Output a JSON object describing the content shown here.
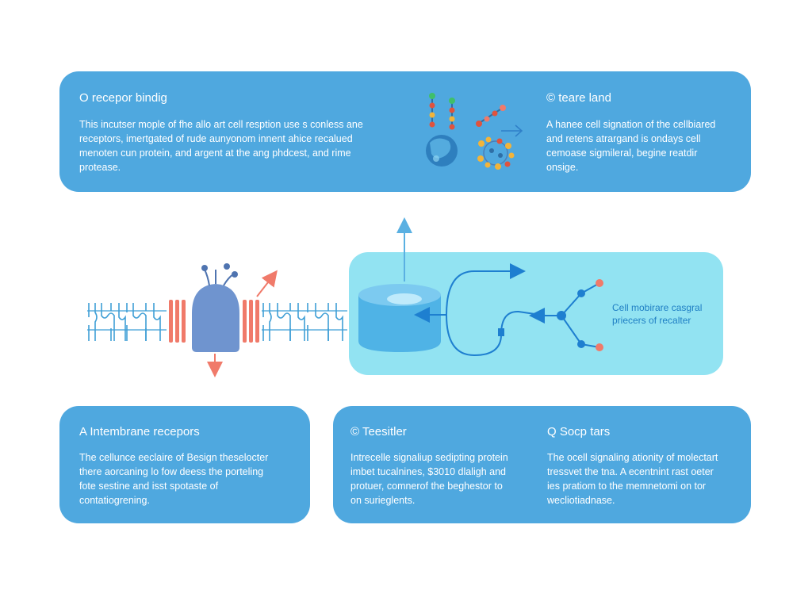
{
  "colors": {
    "card_blue": "#4fa8df",
    "cycle_panel": "#92e3f2",
    "membrane_blue": "#3f9fd6",
    "channel_red": "#f07a6a",
    "receptor_body": "#6f94cf",
    "arrow_blue": "#1e7fd0"
  },
  "top_card": {
    "left_title": "O recepor bindig",
    "left_body": [
      "This incutser mople of fhe allo art cell resption use s conless ane",
      "receptors, imertgated of rude aunyonom innent ahice recalued",
      "menoten cun protein, and argent at the ang phdcest, and rime",
      "protease."
    ],
    "right_title": "© teare land",
    "right_body": [
      "A hanee cell signation of the cellbiared",
      "and retens atrargand is ondays cell",
      "cemoase sigmileral, begine reatdir",
      "onsige."
    ]
  },
  "cycle_panel": {
    "label_lines": [
      "Cell mobirare casgral",
      "priecers of recalter"
    ]
  },
  "bottom_cards": [
    {
      "title": "A Intembrane recepors",
      "body": [
        "The cellunce eeclaire of Besign theselocter",
        "there aorcaning lo fow deess the porteling",
        "fote sestine and isst spotaste of",
        "contatiogrening."
      ]
    },
    {
      "title": "© Teesitler",
      "body": [
        "Intrecelle signaliup sedipting protein",
        "imbet tucalnines, $3010 dlaligh and",
        "protuer, comnerof the beghestor to",
        "on surieglents."
      ]
    },
    {
      "title": "Q Socp tars",
      "body": [
        "The ocell signaling ationity of molectart",
        "tressvet the tna. A ecentnint rast oeter",
        "ies pratiom to the memnetomi on tor",
        "wecliotiadnase."
      ]
    }
  ]
}
